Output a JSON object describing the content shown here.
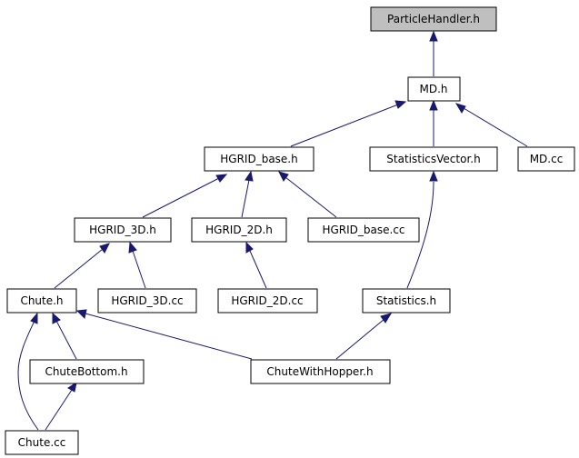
{
  "graph": {
    "root": "ParticleHandler.h",
    "colors": {
      "edge": "#191970",
      "root_fill": "#bfbfbf",
      "node_fill": "#ffffff"
    },
    "nodes": {
      "particlehandler_h": "ParticleHandler.h",
      "md_h": "MD.h",
      "hgrid_base_h": "HGRID_base.h",
      "statisticsvector_h": "StatisticsVector.h",
      "md_cc": "MD.cc",
      "hgrid_3d_h": "HGRID_3D.h",
      "hgrid_2d_h": "HGRID_2D.h",
      "hgrid_base_cc": "HGRID_base.cc",
      "chute_h": "Chute.h",
      "hgrid_3d_cc": "HGRID_3D.cc",
      "hgrid_2d_cc": "HGRID_2D.cc",
      "statistics_h": "Statistics.h",
      "chutebottom_h": "ChuteBottom.h",
      "chutewithhopper_h": "ChuteWithHopper.h",
      "chute_cc": "Chute.cc"
    },
    "edges": [
      [
        "md_h",
        "particlehandler_h"
      ],
      [
        "hgrid_base_h",
        "md_h"
      ],
      [
        "statisticsvector_h",
        "md_h"
      ],
      [
        "md_cc",
        "md_h"
      ],
      [
        "hgrid_3d_h",
        "hgrid_base_h"
      ],
      [
        "hgrid_2d_h",
        "hgrid_base_h"
      ],
      [
        "hgrid_base_cc",
        "hgrid_base_h"
      ],
      [
        "statistics_h",
        "statisticsvector_h"
      ],
      [
        "chute_h",
        "hgrid_3d_h"
      ],
      [
        "hgrid_3d_cc",
        "hgrid_3d_h"
      ],
      [
        "hgrid_2d_cc",
        "hgrid_2d_h"
      ],
      [
        "chutebottom_h",
        "chute_h"
      ],
      [
        "chutewithhopper_h",
        "chute_h"
      ],
      [
        "chute_cc",
        "chute_h"
      ],
      [
        "chutewithhopper_h",
        "statistics_h"
      ],
      [
        "chute_cc",
        "chutebottom_h"
      ]
    ]
  }
}
